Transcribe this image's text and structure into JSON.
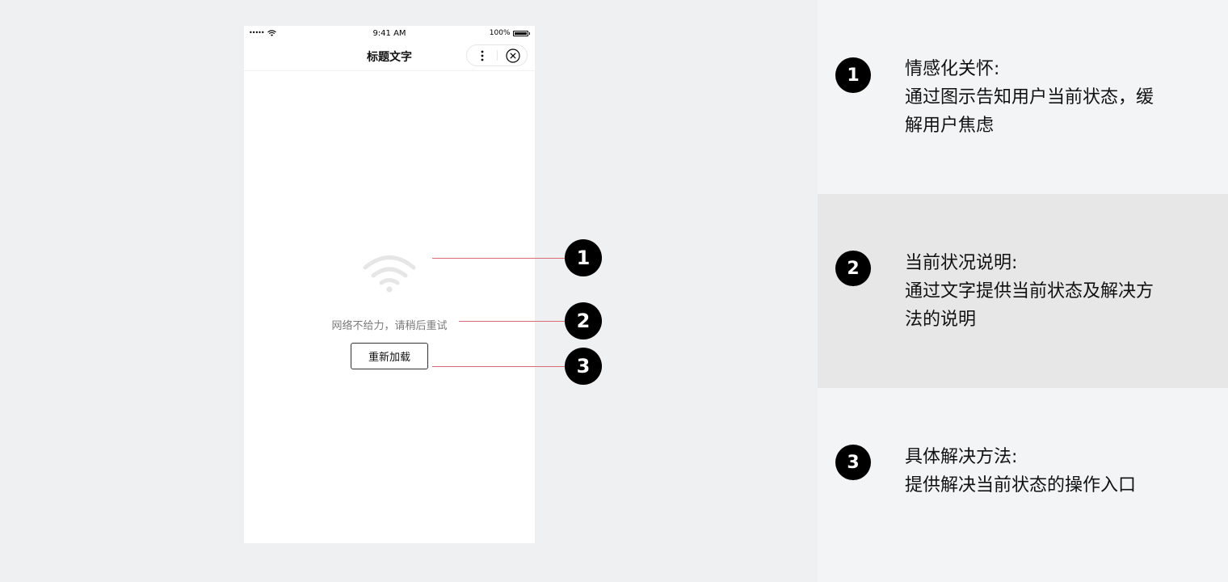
{
  "status_bar": {
    "signal": "•••••",
    "time": "9:41 AM",
    "battery": "100%"
  },
  "nav_bar": {
    "title": "标题文字"
  },
  "content": {
    "error_message": "网络不给力，请稍后重试",
    "reload_button": "重新加载",
    "wifi_icon_color": "#e6e6e6"
  },
  "markers": [
    "1",
    "2",
    "3"
  ],
  "annotations": [
    {
      "number": "1",
      "title": "情感化关怀:",
      "desc_line1": "通过图示告知用户当前状态，缓",
      "desc_line2": "解用户焦虑"
    },
    {
      "number": "2",
      "title": "当前状况说明:",
      "desc_line1": "通过文字提供当前状态及解决方",
      "desc_line2": "法的说明"
    },
    {
      "number": "3",
      "title": "具体解决方法:",
      "desc_line1": "提供解决当前状态的操作入口",
      "desc_line2": ""
    }
  ],
  "colors": {
    "background": "#eff0f2",
    "leader_line": "#d96b73",
    "marker": "#000000"
  }
}
